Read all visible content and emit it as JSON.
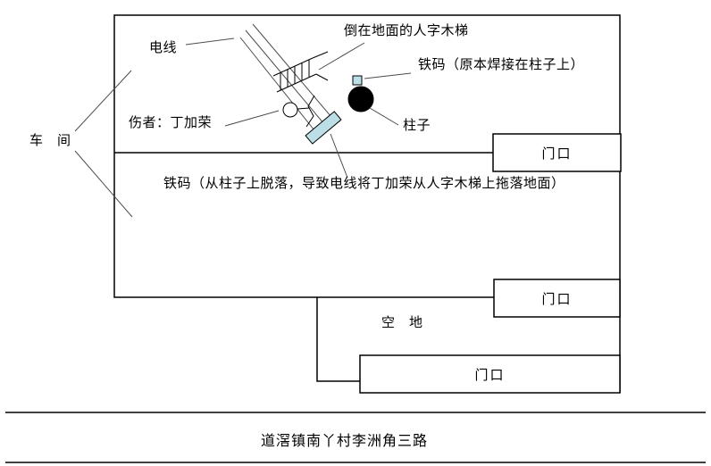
{
  "scene": {
    "workshop_label": "车　间",
    "wire_label": "电线",
    "ladder_label": "倒在地面的人字木梯",
    "weight_on_pillar_label": "铁码（原本焊接在柱子上）",
    "injured_label": "伤者：丁加荣",
    "pillar_label": "柱子",
    "weight_fallen_label": "铁码（从柱子上脱落，导致电线将丁加荣从人字木梯上拖落地面）",
    "open_ground_label": "空　地",
    "doorway_labels": [
      "门口",
      "门口",
      "门口"
    ],
    "road_label": "道滘镇南丫村李洲角三路"
  },
  "colors": {
    "background": "#ffffff",
    "outline": "#000000",
    "leader_line": "#4d4d4d",
    "weight_fill": "#bcdee6",
    "pillar_fill": "#000000"
  }
}
